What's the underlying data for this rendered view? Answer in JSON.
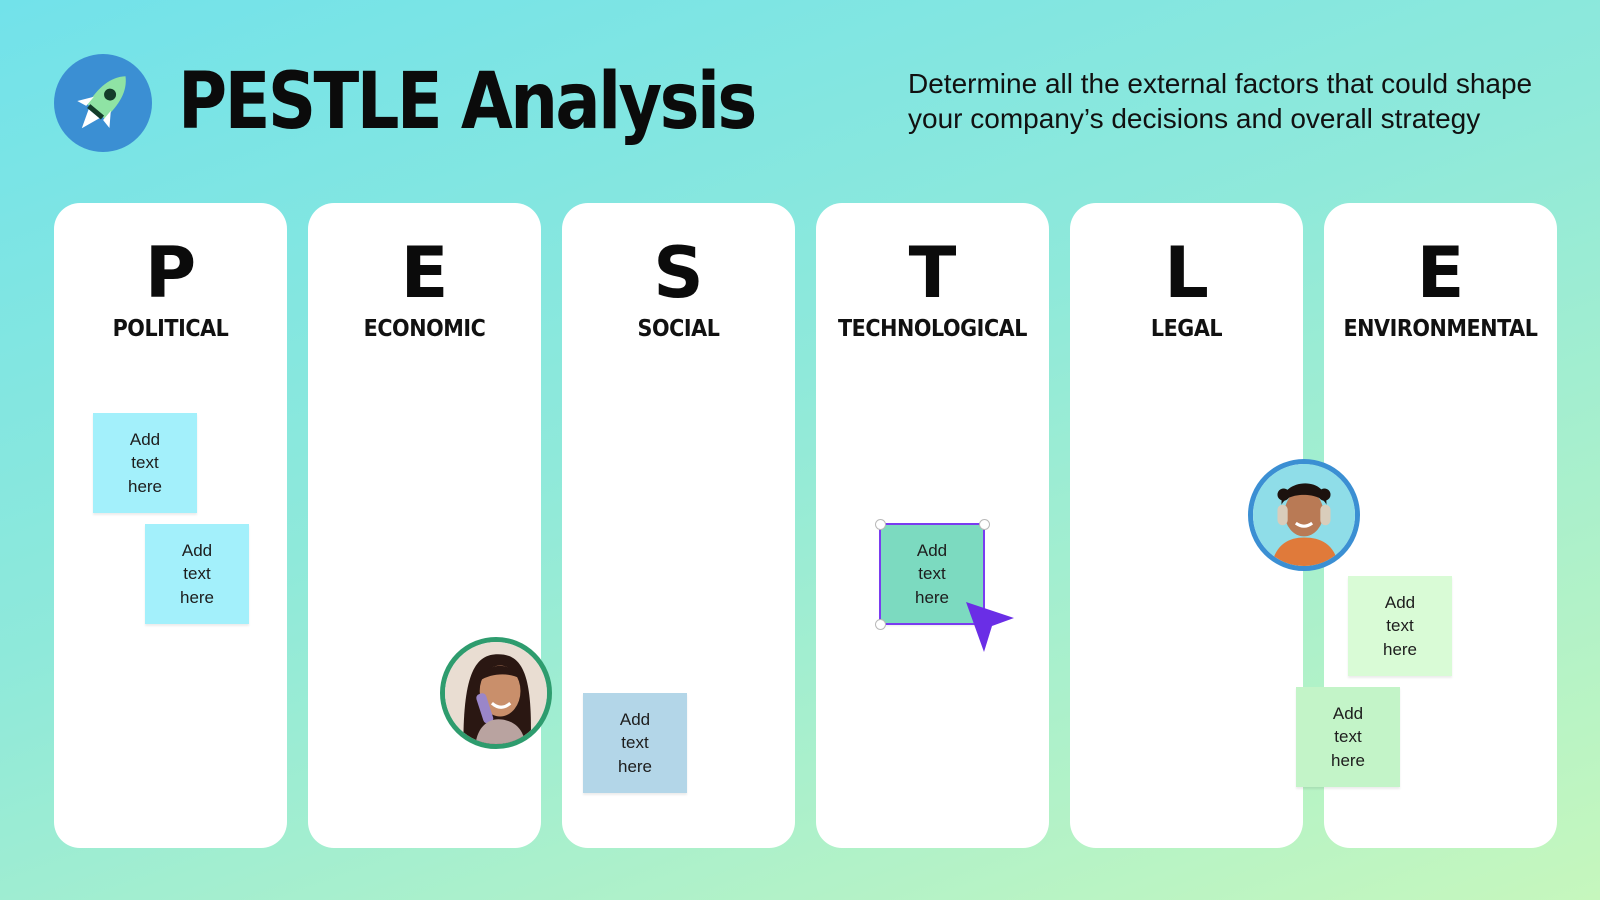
{
  "header": {
    "title": "PESTLE Analysis",
    "subtitle_lines": [
      "Determine all the external factors that could shape",
      "your company’s decisions and overall strategy"
    ],
    "logo_icon": "rocket-icon"
  },
  "columns": [
    {
      "letter": "P",
      "label": "POLITICAL"
    },
    {
      "letter": "E",
      "label": "ECONOMIC"
    },
    {
      "letter": "S",
      "label": "SOCIAL"
    },
    {
      "letter": "T",
      "label": "TECHNOLOGICAL"
    },
    {
      "letter": "L",
      "label": "LEGAL"
    },
    {
      "letter": "E",
      "label": "ENVIRONMENTAL"
    }
  ],
  "notes": [
    {
      "column": "POLITICAL",
      "text": "Add text here",
      "color": "#a3f0fb"
    },
    {
      "column": "POLITICAL",
      "text": "Add text here",
      "color": "#a3f0fb"
    },
    {
      "column": "SOCIAL",
      "text": "Add text here",
      "color": "#b3d6e8"
    },
    {
      "column": "TECHNOLOGICAL",
      "text": "Add text here",
      "color": "#7cdac0",
      "selected": true
    },
    {
      "column": "ENVIRONMENTAL",
      "text": "Add text here",
      "color": "#d9fbd6"
    },
    {
      "column": "ENVIRONMENTAL",
      "text": "Add text here",
      "color": "#c3f4c8"
    }
  ],
  "colors": {
    "column_background": "#ffffff",
    "selection_outline": "#7a3cf0",
    "cursor": "#6a2ee6",
    "logo_background": "#3b8fd3",
    "avatar_ring_green": "#2e9c6e",
    "avatar_ring_blue": "#3b8fd3"
  },
  "icons": [
    "rocket-icon",
    "cursor-arrow-icon"
  ]
}
